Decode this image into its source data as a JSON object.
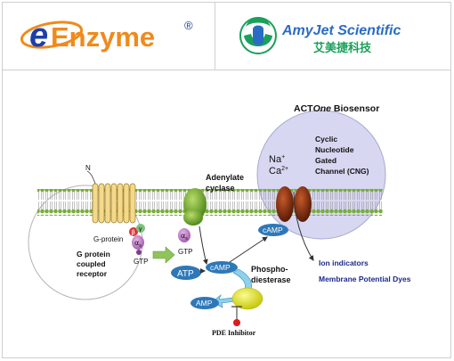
{
  "logos": {
    "eenzyme": {
      "e_letter": "e",
      "text": "Enzyme",
      "registered": "®"
    },
    "amyjet": {
      "name": "AmyJet Scientific",
      "chinese": "艾美捷科技"
    }
  },
  "diagram": {
    "title_prefix": "ACT",
    "title_italic": "One",
    "title_suffix": " Biosensor",
    "cng_label_lines": [
      "Cyclic",
      "Nucleotide",
      "Gated",
      "Channel (CNG)"
    ],
    "na_ion": "Na",
    "na_sup": "+",
    "ca_ion": "Ca",
    "ca_sup": "2+",
    "adenylate_lines": [
      "Adenylate",
      "cyclase"
    ],
    "n_terminus": "N",
    "g_protein_label": "G-protein",
    "beta": "β",
    "gamma": "γ",
    "alpha": "α",
    "alpha_sub": "s",
    "gtp_left": "GTP",
    "gtp_right": "GTP",
    "gpcr_lines": [
      "G protein",
      "coupled",
      "receptor"
    ],
    "camp_top": "cAMP",
    "atp": "ATP",
    "camp_mid": "cAMP",
    "amp": "AMP",
    "pde_lines": [
      "Phospho-",
      "diesterase"
    ],
    "ion_indicators": "Ion indicators",
    "membrane_dyes": "Membrane Potential Dyes",
    "pde_inhibitor": "PDE Inhibitor"
  },
  "colors": {
    "eenzyme_blue": "#1f3fa8",
    "eenzyme_orange": "#f08a1c",
    "amyjet_green": "#1aa05a",
    "amyjet_blue": "#2a6cc4",
    "biosensor_fill": "#d7d7f2",
    "membrane_green": "#7aab3c",
    "cyclase_green": "#6ea32b",
    "channel_brown": "#8a3112",
    "pill_blue": "#2e78b8",
    "pde_yellow": "#e6e61a",
    "dye_text": "#1a2a8a"
  }
}
